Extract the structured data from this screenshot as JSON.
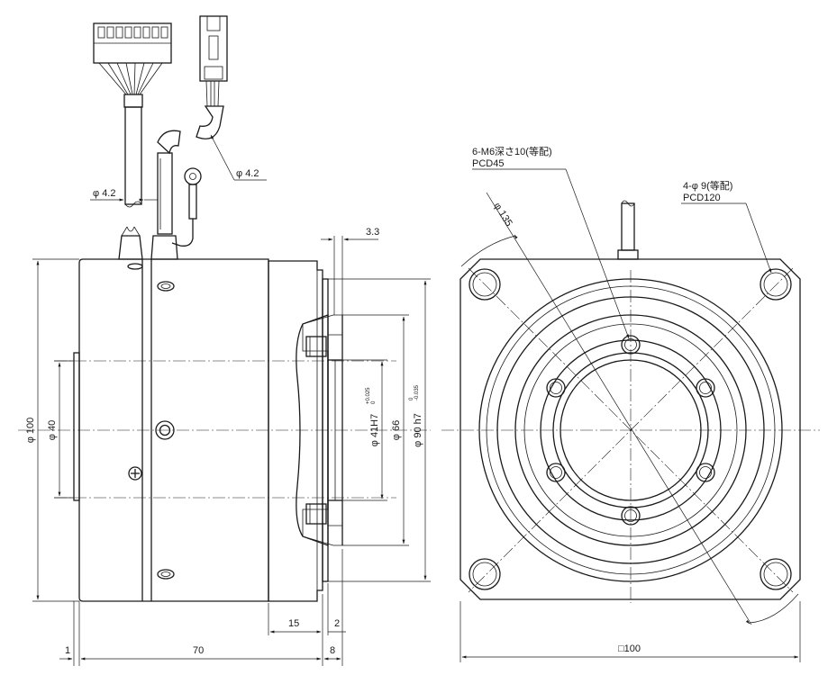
{
  "side_view": {
    "dims": {
      "d_cable_left": "φ 4.2",
      "d_cable_right": "φ 4.2",
      "d_3_3": "3.3",
      "d_100": "φ 100",
      "d_40": "φ 40",
      "d_41": "φ 41H7",
      "d_41_tol_upper": "+0.025",
      "d_41_tol_lower": "0",
      "d_66": "φ 66",
      "d_90": "φ 90 h7",
      "d_90_tol_upper": "0",
      "d_90_tol_lower": "-0.035",
      "d_15": "15",
      "d_2": "2",
      "d_1": "1",
      "d_70": "70",
      "d_8": "8"
    }
  },
  "front_view": {
    "tapped_holes_line1": "6-M6深さ10(等配)",
    "tapped_holes_line2": "PCD45",
    "mount_holes_line1": "4-φ 9(等配)",
    "mount_holes_line2": "PCD120",
    "d_135": "φ 135",
    "square_100": "□100"
  }
}
